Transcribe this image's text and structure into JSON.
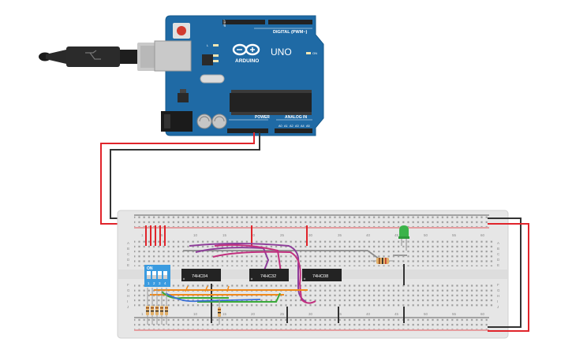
{
  "arduino": {
    "logo_text": "ARDUINO",
    "model": "UNO",
    "digital_header": "DIGITAL (PWM~)",
    "power_header": "POWER",
    "analog_header": "ANALOG IN",
    "led_labels": [
      "L",
      "TX",
      "RX"
    ],
    "on_label": "ON",
    "analog_pins": [
      "A0",
      "A1",
      "A2",
      "A3",
      "A4",
      "A5"
    ],
    "board_color": "#1f6aa5"
  },
  "breadboard": {
    "column_numbers_top": [
      "1",
      "5",
      "10",
      "15",
      "20",
      "25",
      "30",
      "35",
      "40",
      "45",
      "50",
      "55",
      "60"
    ],
    "column_numbers_bottom": [
      "1",
      "5",
      "10",
      "15",
      "20",
      "25",
      "30",
      "35",
      "40",
      "45",
      "50",
      "55",
      "60"
    ],
    "row_letters_top": [
      "A",
      "B",
      "C",
      "D",
      "E"
    ],
    "row_letters_bottom": [
      "F",
      "G",
      "H",
      "I",
      "J"
    ]
  },
  "dip_switch": {
    "on_label": "ON",
    "positions": [
      "1",
      "2",
      "3",
      "4"
    ]
  },
  "chips": [
    {
      "label": "74HC04"
    },
    {
      "label": "74HC32"
    },
    {
      "label": "74HC08"
    }
  ],
  "wire_colors": {
    "power": "#e0242b",
    "ground": "#333333",
    "purple": "#8e3d9a",
    "magenta": "#c2307f",
    "orange": "#f08a1c",
    "green": "#3aaa3a",
    "blue": "#3a6fd8",
    "gray": "#8a8a8a",
    "led": "#3bb34a"
  }
}
